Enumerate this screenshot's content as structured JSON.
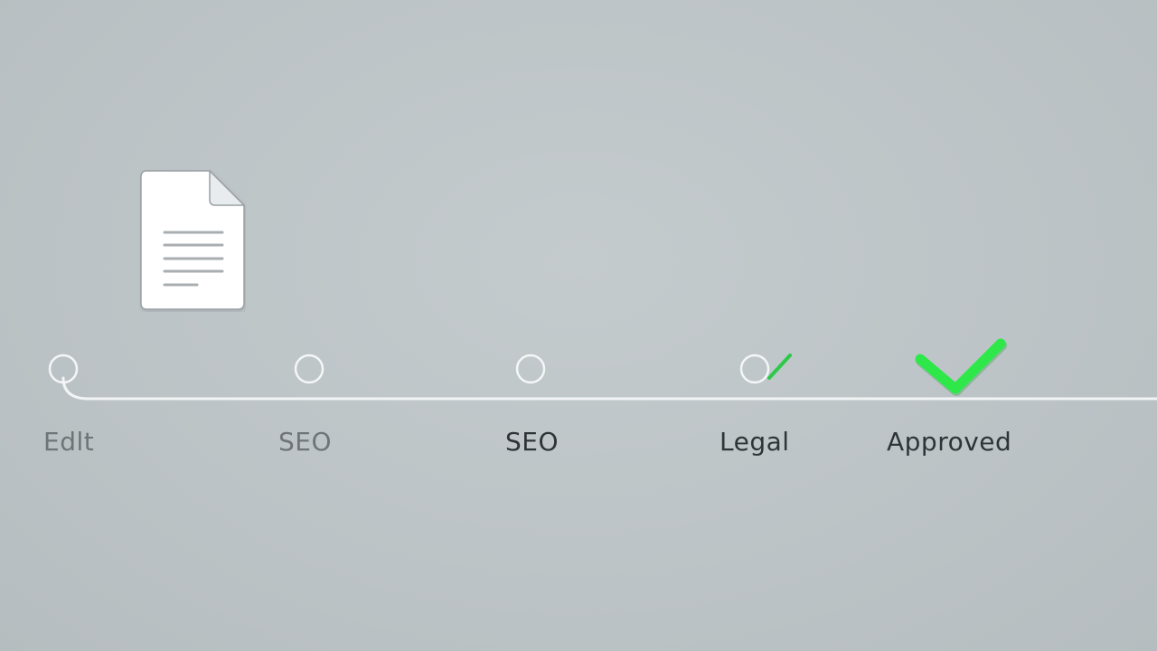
{
  "steps": [
    {
      "label": "Edlt",
      "state": "current"
    },
    {
      "label": "SEO",
      "state": "pending"
    },
    {
      "label": "SEO",
      "state": "pending"
    },
    {
      "label": "Legal",
      "state": "partial-check"
    },
    {
      "label": "Approved",
      "state": "complete"
    }
  ],
  "icons": {
    "document": "document-icon",
    "approved": "checkmark-icon"
  },
  "colors": {
    "background": "#bfc6c9",
    "line": "#f2f4f5",
    "check": "#2ee84a",
    "label_muted": "#6e7478",
    "label_dark": "#2f3438"
  }
}
